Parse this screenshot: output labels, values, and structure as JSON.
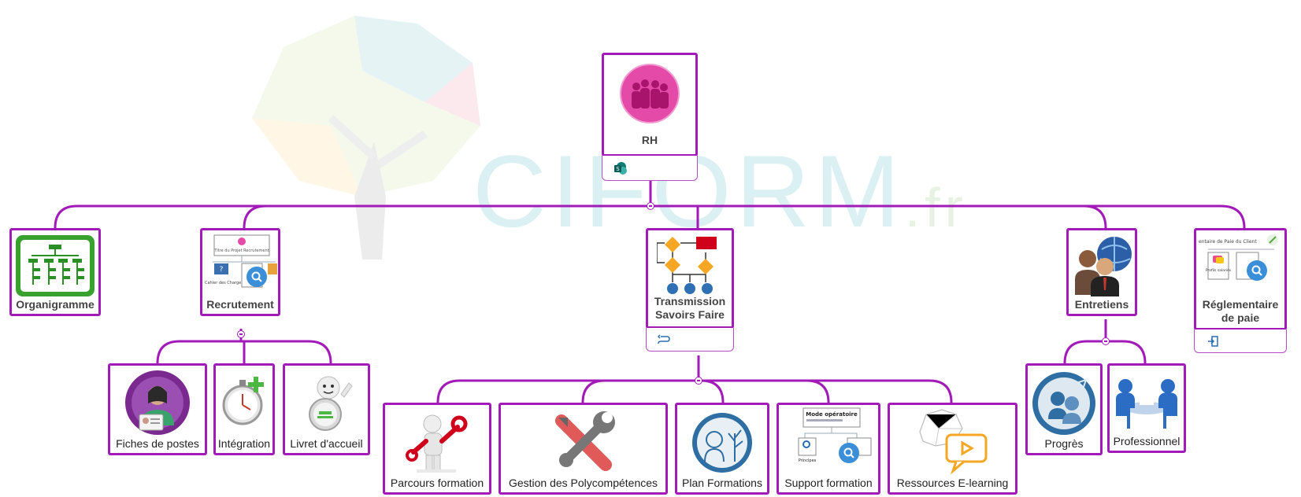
{
  "watermark": {
    "brand": "CIFORM",
    "suffix": ".fr"
  },
  "root": {
    "label": "RH"
  },
  "nodes": {
    "organigramme": "Organigramme",
    "recrutement": "Recrutement",
    "transmission_line1": "Transmission",
    "transmission_line2": "Savoirs Faire",
    "entretiens": "Entretiens",
    "paie_line1": "Réglementaire",
    "paie_line2": "de paie",
    "fiches": "Fiches de postes",
    "integration": "Intégration",
    "livret": "Livret d'accueil",
    "parcours": "Parcours formation",
    "gestion": "Gestion des Polycompétences",
    "plan": "Plan Formations",
    "support": "Support formation",
    "ressources": "Ressources E-learning",
    "progres": "Progrès",
    "professionnel": "Professionnel"
  },
  "thumbnails": {
    "recrutement_title": "Titre du Projet Recrutement",
    "recrutement_left": "Cahier des Charges",
    "support_title": "Mode opératoire",
    "support_left": "Principes",
    "paie_title": "entaire de Paie du Client",
    "paie_left": "Profils salariés"
  },
  "colors": {
    "connector": "#a21ab8",
    "accent": "#3a8fd8"
  }
}
